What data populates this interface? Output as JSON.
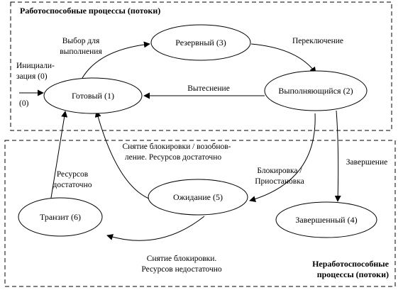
{
  "regions": {
    "operational": "Работоспособные процессы (потоки)",
    "nonoperational_line1": "Неработоспособные",
    "nonoperational_line2": "процессы (потоки)"
  },
  "states": {
    "ready": "Готовый (1)",
    "reserve": "Резервный (3)",
    "running": "Выполняющийся (2)",
    "waiting": "Ожидание (5)",
    "transit": "Транзит (6)",
    "finished": "Завершенный (4)"
  },
  "transitions": {
    "init_line1": "Инициали-",
    "init_line2": "зация (0)",
    "init_zero": "(0)",
    "select_line1": "Выбор для",
    "select_line2": "выполнения",
    "switch": "Переключение",
    "preempt": "Вытеснение",
    "complete": "Завершение",
    "block_line1": "Блокировка /",
    "block_line2": "Приостановка",
    "unblock_ok_line1": "Снятие блокировки / возобнов-",
    "unblock_ok_line2": "ление. Ресурсов достаточно",
    "resources_line1": "Ресурсов",
    "resources_line2": "достаточно",
    "unblock_low_line1": "Снятие блокировки.",
    "unblock_low_line2": "Ресурсов недостаточно"
  }
}
